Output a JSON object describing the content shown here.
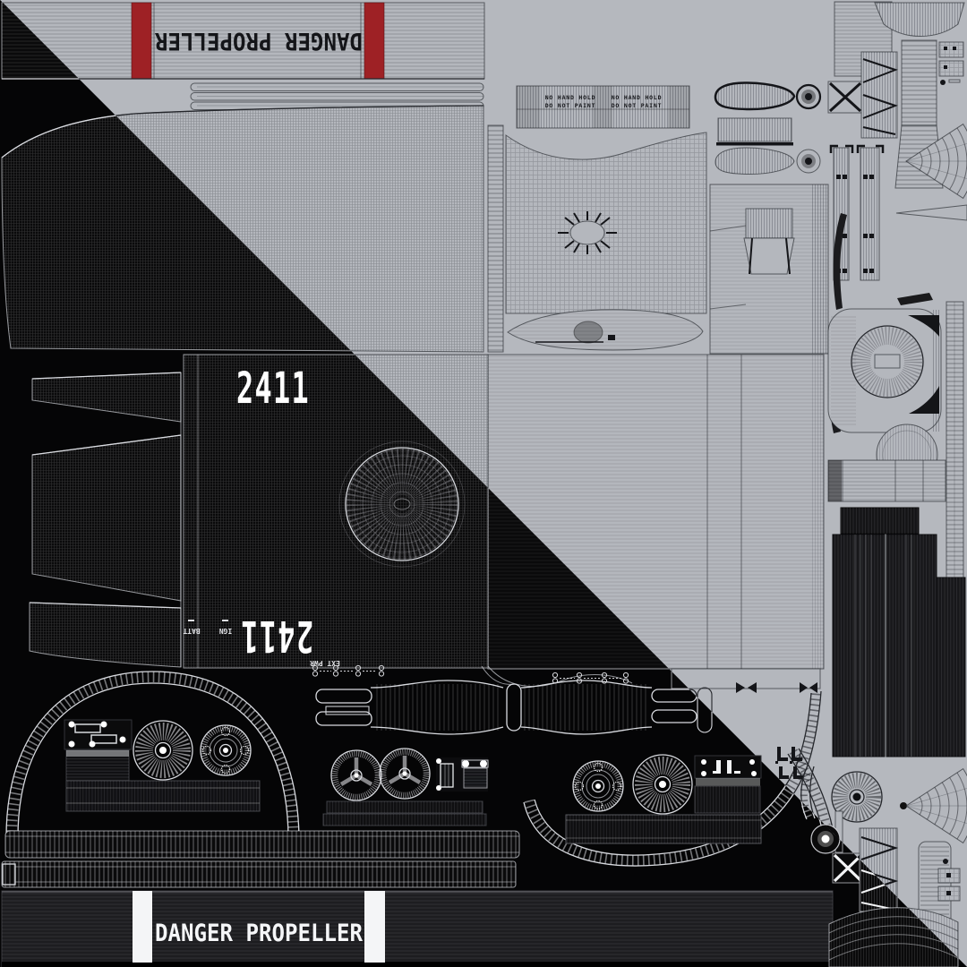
{
  "scene": {
    "title": "Aircraft 3D-model UV texture atlas preview",
    "split": {
      "light_side": "upper-right triangle (gray wireframe)",
      "dark_side": "lower-left triangle (black textured wireframe)"
    }
  },
  "markings": {
    "danger_banner_top": {
      "text": "DANGER PROPELLER",
      "orientation": "rotated-180",
      "stripe_color": "#9e2125"
    },
    "danger_banner_bottom": {
      "text": "DANGER PROPELLER",
      "orientation": "normal",
      "stripe_color": "#f4f5f7"
    },
    "placards": [
      {
        "line1": "NO HAND HOLD",
        "line2": "DO NOT PAINT"
      },
      {
        "line1": "NO HAND HOLD",
        "line2": "DO NOT PAINT"
      }
    ],
    "tail_number": "2411",
    "tail_number_flipped": "2411",
    "panel_labels": {
      "batt": "BATT",
      "ign": "IGN",
      "ext": "EXT PWR"
    }
  },
  "palette": {
    "light_background": "#b5b8be",
    "dark_background": "#050506",
    "red_stripe": "#9e2125",
    "white_stripe": "#f4f5f7",
    "wireframe_on_light": "#1c1e24",
    "wireframe_on_dark": "#e6e8ee"
  }
}
